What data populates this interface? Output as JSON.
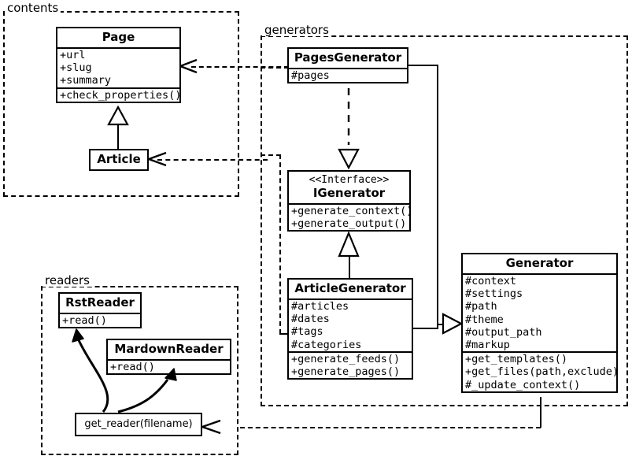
{
  "diagram": {
    "title": "UML class diagram",
    "stroke_color": "#000000",
    "background_color": "#ffffff"
  },
  "packages": [
    {
      "name": "contents",
      "label": "contents"
    },
    {
      "name": "generators",
      "label": "generators"
    },
    {
      "name": "readers",
      "label": "readers"
    }
  ],
  "classes": {
    "page": {
      "name": "Page",
      "attributes": [
        "+url",
        "+slug",
        "+summary"
      ],
      "methods": [
        "+check_properties()"
      ]
    },
    "article": {
      "name": "Article",
      "attributes": [],
      "methods": []
    },
    "pages_generator": {
      "name": "PagesGenerator",
      "attributes": [
        "#pages"
      ],
      "methods": []
    },
    "igenerator": {
      "stereotype": "<<Interface>>",
      "name": "IGenerator",
      "attributes": [],
      "methods": [
        "+generate_context()",
        "+generate_output()"
      ]
    },
    "article_generator": {
      "name": "ArticleGenerator",
      "attributes": [
        "#articles",
        "#dates",
        "#tags",
        "#categories"
      ],
      "methods": [
        "+generate_feeds()",
        "+generate_pages()"
      ]
    },
    "generator": {
      "name": "Generator",
      "attributes": [
        "#context",
        "#settings",
        "#path",
        "#theme",
        "#output_path",
        "#markup"
      ],
      "methods": [
        "+get_templates()",
        "+get_files(path,exclude)",
        "#_update_context()"
      ]
    },
    "rst_reader": {
      "name": "RstReader",
      "attributes": [],
      "methods": [
        "+read()"
      ]
    },
    "mardown_reader": {
      "name": "MardownReader",
      "attributes": [],
      "methods": [
        "+read()"
      ]
    },
    "get_reader": {
      "name": "get_reader(filename)"
    }
  },
  "relations": [
    {
      "name": "article-generalizes-page",
      "type": "generalization",
      "from": "Article",
      "to": "Page"
    },
    {
      "name": "pagesgenerator-realizes-igenerator",
      "type": "realization",
      "from": "PagesGenerator",
      "to": "IGenerator"
    },
    {
      "name": "articlegenerator-realizes-igenerator",
      "type": "generalization",
      "from": "ArticleGenerator",
      "to": "IGenerator"
    },
    {
      "name": "pagesgenerator-extends-generator",
      "type": "generalization",
      "from": "PagesGenerator",
      "to": "Generator"
    },
    {
      "name": "articlegenerator-extends-generator",
      "type": "generalization",
      "from": "ArticleGenerator",
      "to": "Generator"
    },
    {
      "name": "pagesgenerator-uses-page",
      "type": "dependency",
      "from": "PagesGenerator",
      "to": "Page"
    },
    {
      "name": "articlegenerator-uses-article",
      "type": "dependency",
      "from": "ArticleGenerator",
      "to": "Article"
    },
    {
      "name": "generator-uses-get-reader",
      "type": "dependency",
      "from": "Generator",
      "to": "get_reader(filename)"
    },
    {
      "name": "get-reader-creates-rstreader",
      "type": "association",
      "from": "get_reader(filename)",
      "to": "RstReader"
    },
    {
      "name": "get-reader-creates-mardownreader",
      "type": "association",
      "from": "get_reader(filename)",
      "to": "MardownReader"
    }
  ]
}
